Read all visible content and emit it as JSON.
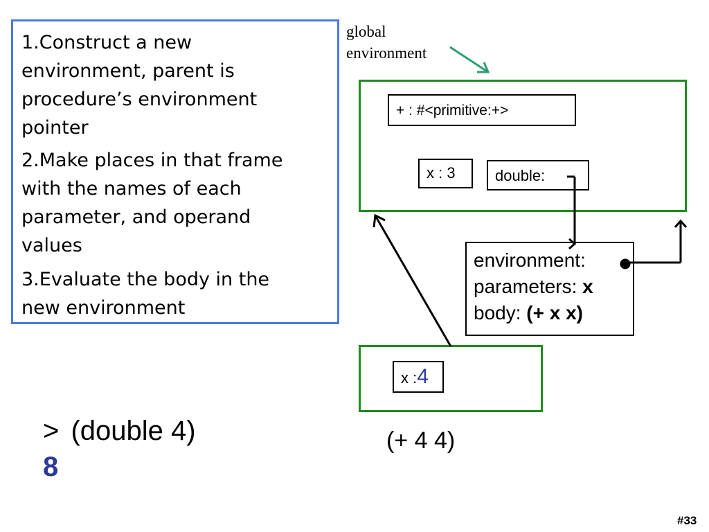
{
  "steps": [
    "1.Construct a new\nenvironment, parent is\nprocedure’s environment\npointer",
    "2.Make places in that frame\nwith the names of each\nparameter, and operand\nvalues",
    "3.Evaluate the body in the\nnew environment"
  ],
  "global_label_line1": "global",
  "global_label_line2": "environment",
  "global_frame": {
    "binding_plus": "+ : #<primitive:+>",
    "binding_x": "x : 3",
    "binding_double": "double:"
  },
  "procedure": {
    "environment_label": "environment:",
    "parameters_label": "parameters: ",
    "parameters_value": "x",
    "body_label": "body: ",
    "body_value": "(+ x x)"
  },
  "new_frame": {
    "binding_label": "x :",
    "binding_value": "4"
  },
  "eval_expression": "(+ 4 4)",
  "repl": {
    "prompt": ">",
    "input": "(double 4)",
    "result": "8"
  },
  "slide_number": "#33",
  "colors": {
    "steps_border": "#4a79e0",
    "frame_border": "#1f8c1f",
    "label_arrow": "#2e9e6e",
    "highlight_blue": "#2e3a9a"
  }
}
